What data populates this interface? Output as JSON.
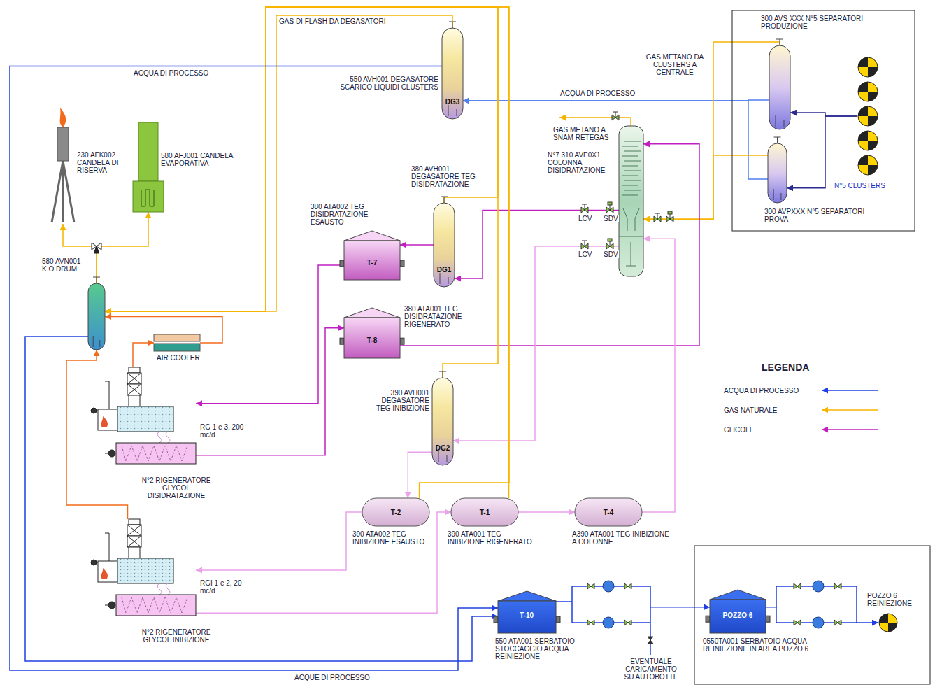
{
  "diagram": {
    "nodes": [
      {
        "text": [
          "230 AFK002 CANDELA DI RISERVA"
        ]
      },
      {
        "text": [
          "580 AFJ001 CANDELA EVAPORATIVA"
        ]
      },
      {
        "text": [
          "DG3",
          "550 AVH001 DEGASATORE SCARICO LIQUIDI CLUSTERS"
        ]
      },
      {
        "text": [
          "300 AVS XXX N°5 SEPARATORI PRODUZIONE"
        ]
      },
      {
        "text": [
          "N°5 CLUSTERS"
        ]
      },
      {
        "text": [
          "N°7 310 AVE0X1 COLONNA DISIDRATAZIONE"
        ]
      },
      {
        "text": [
          "300 AVPXXX N°5 SEPARATORI PROVA"
        ]
      },
      {
        "text": [
          "DG1",
          "380 AVH001 DEGASATORE TEG DISIDRATAZIONE"
        ]
      },
      {
        "text": [
          "T-7",
          "380 ATA002 TEG DISIDRATAZIONE ESAUSTO"
        ]
      },
      {
        "text": [
          "580 AVN001 K.O.DRUM"
        ]
      },
      {
        "text": [
          "T-8",
          "380 ATA001 TEG DISIDRATAZIONE RIGENERATO"
        ]
      },
      {
        "text": [
          "AIR COOLER"
        ]
      },
      {
        "text": [
          "RG 1 e 3, 200 mc/d",
          "N°2 RIGENERATORE GLYCOL DISIDRATAZIONE"
        ]
      },
      {
        "text": [
          "DG2",
          "390 AVH001 DEGASATORE TEG INIBIZIONE"
        ]
      },
      {
        "text": [
          "T-2",
          "390 ATA002 TEG INIBIZIONE ESAUSTO"
        ]
      },
      {
        "text": [
          "T-1",
          "390 ATA001 TEG INIBIZIONE RIGENERATO"
        ]
      },
      {
        "text": [
          "T-4",
          "A390 ATA001 TEG INIBIZIONE A COLONNE"
        ]
      },
      {
        "text": [
          "RGI 1 e 2, 20 mc/d",
          "N°2 RIGENERATORE GLYCOL INIBIZIONE"
        ]
      },
      {
        "text": [
          "T-10",
          "550 ATA001 SERBATOIO STOCCAGGIO ACQUA REINIEZIONE"
        ]
      },
      {
        "text": [
          "POZZO 6",
          "0550TA001 SERBATOIO ACQUA REINIEZIONE IN AREA POZZO 6"
        ]
      },
      {
        "text": [
          "POZZO 6 REINIEZIONE"
        ]
      }
    ],
    "edges": [
      {
        "from": 4,
        "to": 3,
        "arrow": "to"
      },
      {
        "from": 4,
        "to": 6,
        "arrow": "to"
      },
      {
        "from": 3,
        "to": 2,
        "arrow": "to",
        "label": "ACQUA DI PROCESSO"
      },
      {
        "from": 6,
        "to": 2,
        "arrow": "to"
      },
      {
        "from": 3,
        "to": 5,
        "arrow": "to",
        "label": "GAS METANO DA CLUSTERS A CENTRALE"
      },
      {
        "from": 6,
        "to": 5,
        "arrow": "to"
      },
      {
        "from": 10,
        "to": 5,
        "arrow": "to"
      },
      {
        "from": 5,
        "to": 7,
        "arrow": "to"
      },
      {
        "from": 7,
        "to": 8,
        "arrow": "to"
      },
      {
        "from": 8,
        "to": 12,
        "arrow": "to"
      },
      {
        "from": 12,
        "to": 10,
        "arrow": "to"
      },
      {
        "from": 5,
        "to": 13,
        "arrow": "to"
      },
      {
        "from": 13,
        "to": 14,
        "arrow": "to"
      },
      {
        "from": 14,
        "to": 17,
        "arrow": "to"
      },
      {
        "from": 17,
        "to": 15,
        "arrow": "to"
      },
      {
        "from": 15,
        "to": 16,
        "arrow": "to"
      },
      {
        "from": 16,
        "to": 5,
        "arrow": "to"
      },
      {
        "from": 2,
        "to": 9,
        "arrow": "to",
        "label": "GAS DI FLASH DA DEGASATORI"
      },
      {
        "from": 7,
        "to": 9,
        "arrow": "to"
      },
      {
        "from": 13,
        "to": 9,
        "arrow": "to"
      },
      {
        "from": 14,
        "to": 9,
        "arrow": "to"
      },
      {
        "from": 15,
        "to": 9,
        "arrow": "to"
      },
      {
        "from": 12,
        "to": 11,
        "arrow": "to"
      },
      {
        "from": 11,
        "to": 9,
        "arrow": "to"
      },
      {
        "from": 17,
        "to": 9,
        "arrow": "to"
      },
      {
        "from": 9,
        "to": 0,
        "arrow": "to"
      },
      {
        "from": 9,
        "to": 1,
        "arrow": "to"
      },
      {
        "from": 2,
        "to": 18,
        "arrow": "to",
        "label": "ACQUA DI PROCESSO"
      },
      {
        "from": 9,
        "to": 18,
        "arrow": "to",
        "label": "ACQUE DI PROCESSO"
      },
      {
        "from": 18,
        "to": 19,
        "arrow": "to"
      },
      {
        "from": 19,
        "to": 20,
        "arrow": "to"
      }
    ],
    "labels": [
      "GAS METANO A SNAM RETEGAS",
      "LCV",
      "SDV",
      "LCV",
      "SDV",
      "LEGENDA",
      "EVENTUALE CARICAMENTO SU AUTOBOTTE"
    ],
    "legend": [
      {
        "text": "ACQUA DI PROCESSO",
        "color": "#1f3fe0"
      },
      {
        "text": "GAS NATURALE",
        "color": "#f7b500"
      },
      {
        "text": "GLICOLE",
        "color": "#c21fc2"
      }
    ]
  }
}
